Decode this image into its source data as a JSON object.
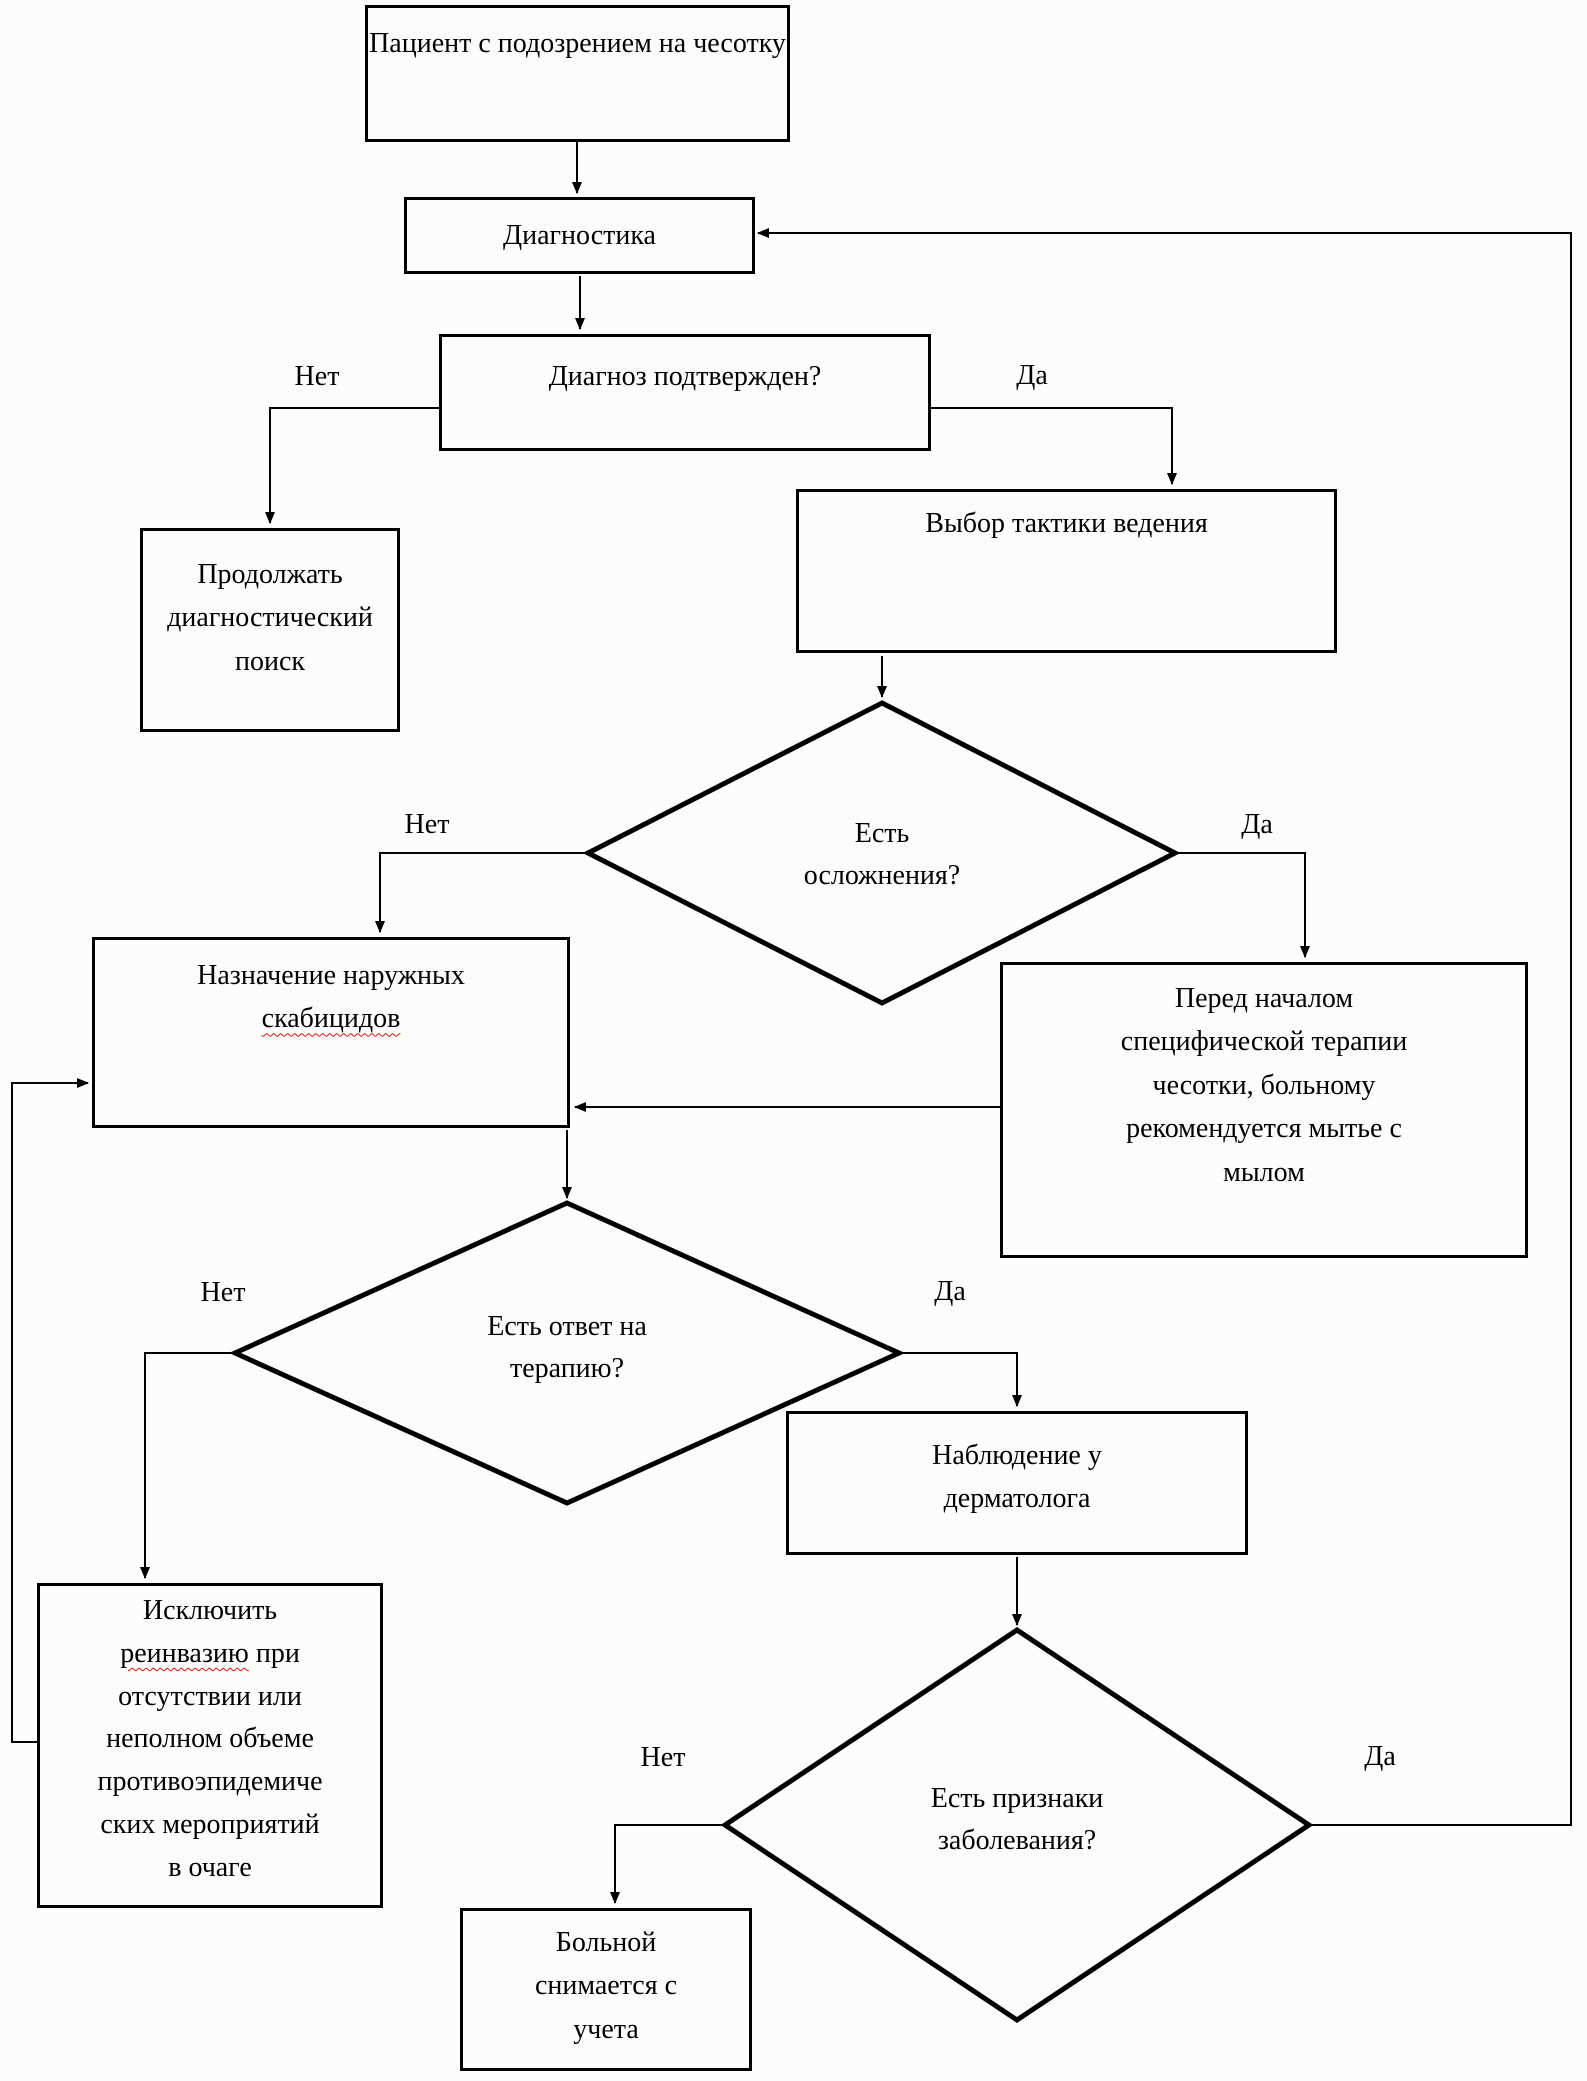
{
  "flowchart": {
    "colors": {
      "background": "#fcfcfa",
      "line": "#000000",
      "spellcheck_underline": "#e01010"
    },
    "nodes": {
      "patient": {
        "label": "Пациент с подозрением на чесотку"
      },
      "diagnostics": {
        "label": "Диагностика"
      },
      "diagnosis_confirmed": {
        "label": "Диагноз подтвержден?"
      },
      "continue_search": {
        "lines": [
          "Продолжать",
          "диагностический",
          "поиск"
        ]
      },
      "tactics": {
        "label": "Выбор тактики ведения"
      },
      "complications": {
        "lines": [
          "Есть",
          "осложнения?"
        ]
      },
      "scabicides": {
        "line1": "Назначение наружных",
        "line2_underlined": "скабицидов"
      },
      "washing": {
        "lines": [
          "Перед началом",
          "специфической терапии",
          "чесотки, больному",
          "рекомендуется мытье с",
          "мылом"
        ]
      },
      "therapy_response": {
        "lines": [
          "Есть ответ на",
          "терапию?"
        ]
      },
      "dermatologist": {
        "lines": [
          "Наблюдение у",
          "дерматолога"
        ]
      },
      "reinvasion": {
        "line1": "Исключить",
        "line2_underlined": "реинвазию",
        "line2_rest": " при",
        "lines_rest": [
          "отсутствии или",
          "неполном объеме",
          "противоэпидемиче",
          "ских мероприятий",
          "в очаге"
        ]
      },
      "disease_signs": {
        "lines": [
          "Есть признаки",
          "заболевания?"
        ]
      },
      "deregister": {
        "lines": [
          "Больной",
          "снимается с",
          "учета"
        ]
      }
    },
    "edge_labels": {
      "confirmed_no": "Нет",
      "confirmed_yes": "Да",
      "complications_no": "Нет",
      "complications_yes": "Да",
      "therapy_no": "Нет",
      "therapy_yes": "Да",
      "signs_no": "Нет",
      "signs_yes": "Да"
    }
  }
}
